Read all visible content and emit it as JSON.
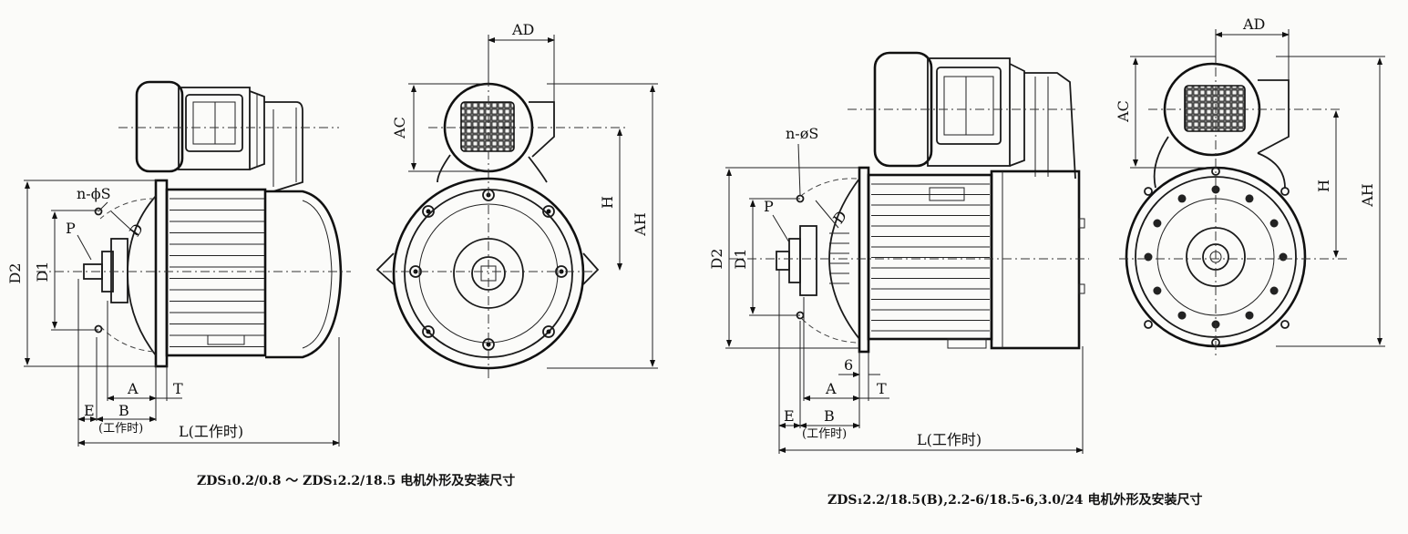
{
  "left_figure": {
    "caption": "ZDS₁0.2/0.8 ～ ZDS₁2.2/18.5 电机外形及安装尺寸",
    "labels": {
      "ad": "AD",
      "ac": "AC",
      "h": "H",
      "ah": "AH",
      "d2": "D2",
      "d1": "D1",
      "p": "P",
      "d": "D",
      "nphis": "n-ϕS",
      "a": "A",
      "t": "T",
      "e": "E",
      "b": "B",
      "b_note": "(工作时)",
      "l": "L(工作时)"
    }
  },
  "right_figure": {
    "caption": "ZDS₁2.2/18.5(B),2.2-6/18.5-6,3.0/24 电机外形及安装尺寸",
    "labels": {
      "ad": "AD",
      "ac": "AC",
      "h": "H",
      "ah": "AH",
      "d2": "D2",
      "d1": "D1",
      "p": "P",
      "d": "D",
      "nphis": "n-øS",
      "six": "6",
      "a": "A",
      "t": "T",
      "e": "E",
      "b": "B",
      "b_note": "(工作时)",
      "l": "L(工作时)"
    }
  }
}
